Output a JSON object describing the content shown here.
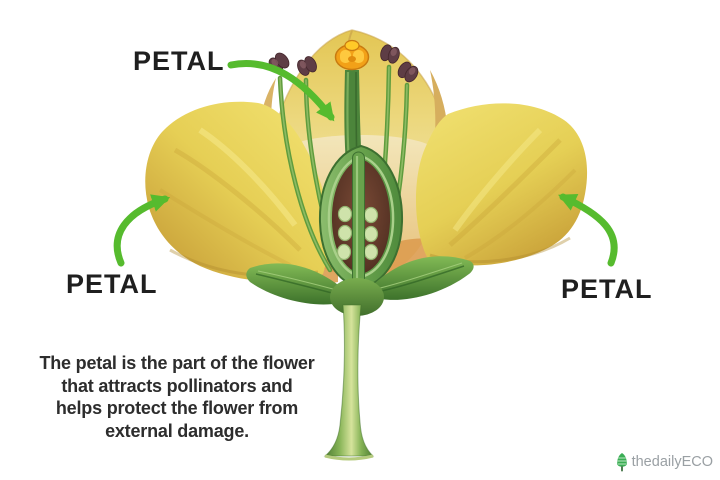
{
  "labels": {
    "top": "PETAL",
    "left": "PETAL",
    "right": "PETAL"
  },
  "description": {
    "lines": [
      "The petal is the part of the flower",
      "that attracts pollinators and",
      "helps protect the flower from",
      "external damage."
    ]
  },
  "branding": {
    "logo_text": "thedailyECO",
    "logo_icon": "tree-icon"
  },
  "colors": {
    "arrow-green": "#56bb2e",
    "label-color": "#1f1f1f",
    "text-color": "#2d2d2d",
    "logo-gray": "#9aa0a4",
    "petal-yellow": "#e8d65e",
    "petal-shadow": "#c9a13a",
    "anther-brown": "#5e3d45",
    "stigma-orange": "#f2a118",
    "ovary-green": "#68a24c",
    "ovary-interior-brown": "#5a3526"
  }
}
